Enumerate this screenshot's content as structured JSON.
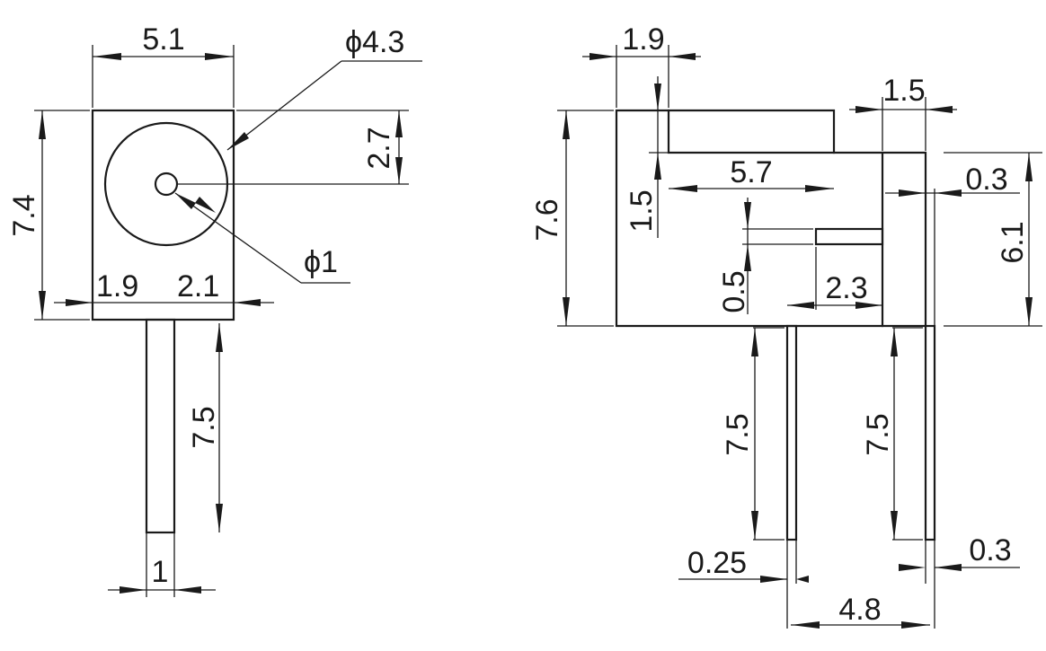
{
  "front_view": {
    "width": "5.1",
    "outer_diameter": "ϕ4.3",
    "center_offset": "2.7",
    "height": "7.4",
    "inner_diameter": "ϕ1",
    "pin_left_offset": "1.9",
    "pin_right_offset": "2.1",
    "pin_length": "7.5",
    "pin_width": "1"
  },
  "side_view": {
    "slot_offset": "1.9",
    "right_width": "1.5",
    "slot_length": "5.7",
    "right_gap": "0.3",
    "height": "7.6",
    "slot_height": "1.5",
    "right_height": "6.1",
    "step_height": "0.5",
    "step_width": "2.3",
    "pin_length_left": "7.5",
    "pin_length_right": "7.5",
    "pin_thickness_left": "0.25",
    "pin_thickness_right": "0.3",
    "pin_spacing": "4.8"
  }
}
